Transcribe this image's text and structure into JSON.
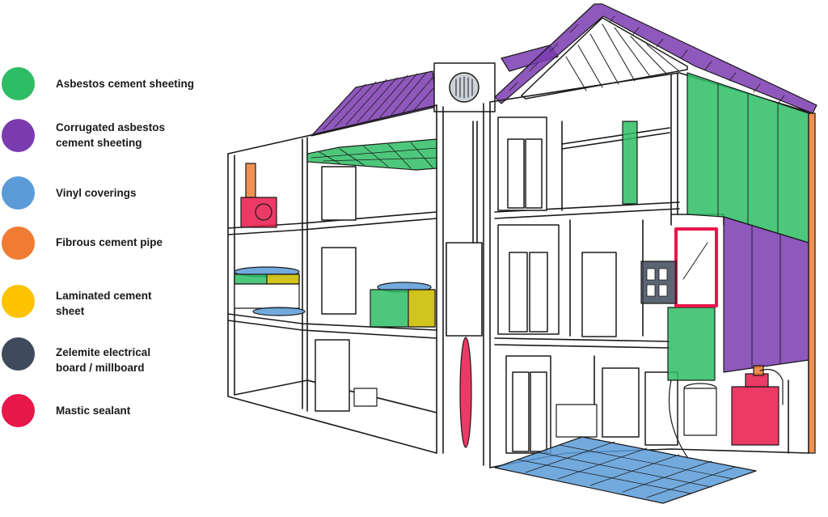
{
  "legend": {
    "items": [
      {
        "label": "Asbestos cement sheeting",
        "color": "#2ebd64"
      },
      {
        "label": "Corrugated asbestos\ncement sheeting",
        "color": "#7b3bb0"
      },
      {
        "label": "Vinyl coverings",
        "color": "#5b9bd8"
      },
      {
        "label": "Fibrous cement pipe",
        "color": "#f07c34"
      },
      {
        "label": "Laminated cement\nsheet",
        "color": "#fdc300"
      },
      {
        "label": "Zelemite electrical\nboard / millboard",
        "color": "#3f4a5a"
      },
      {
        "label": "Mastic sealant",
        "color": "#e8174a"
      }
    ]
  },
  "colors": {
    "asbestos_cement": "#2ebd64",
    "corrugated": "#7b3bb0",
    "vinyl": "#5b9bd8",
    "fibrous_pipe": "#f07c34",
    "laminated": "#fdc300",
    "zelemite": "#3f4a5a",
    "mastic": "#e8174a",
    "outline": "#1a1a1a"
  }
}
